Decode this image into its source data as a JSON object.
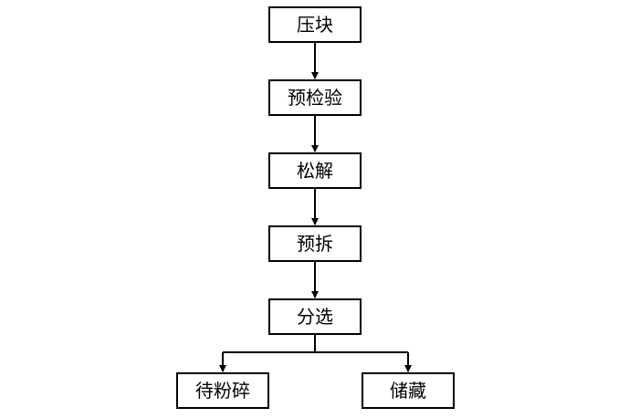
{
  "diagram": {
    "nodes": [
      {
        "id": "n1",
        "label": "压块"
      },
      {
        "id": "n2",
        "label": "预检验"
      },
      {
        "id": "n3",
        "label": "松解"
      },
      {
        "id": "n4",
        "label": "预拆"
      },
      {
        "id": "n5",
        "label": "分选"
      },
      {
        "id": "n6",
        "label": "待粉碎"
      },
      {
        "id": "n7",
        "label": "储藏"
      }
    ],
    "edges": [
      {
        "from": "n1",
        "to": "n2"
      },
      {
        "from": "n2",
        "to": "n3"
      },
      {
        "from": "n3",
        "to": "n4"
      },
      {
        "from": "n4",
        "to": "n5"
      },
      {
        "from": "n5",
        "to": "n6"
      },
      {
        "from": "n5",
        "to": "n7"
      }
    ],
    "colors": {
      "line": "#000000",
      "box_border": "#000000",
      "background": "#ffffff"
    }
  }
}
